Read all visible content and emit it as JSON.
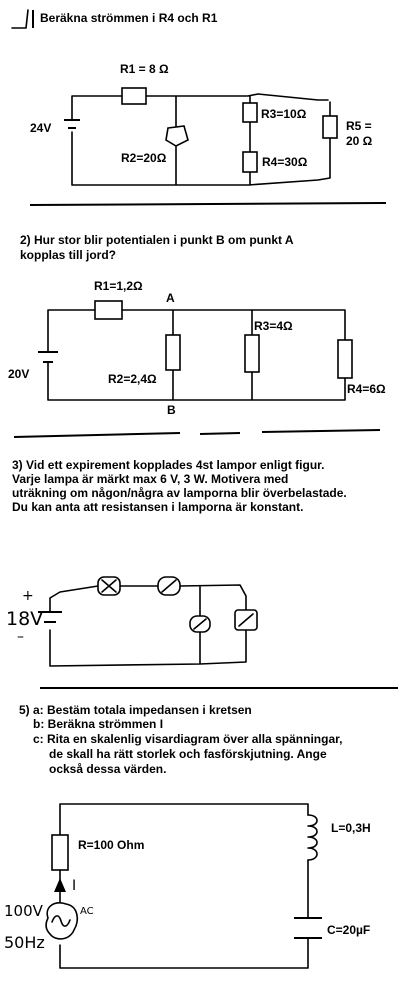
{
  "problem1": {
    "number": "1",
    "title": "Beräkna strömmen i R4 och R1",
    "voltage": "24V",
    "r1": "R1 = 8 Ω",
    "r2": "R2=20Ω",
    "r3": "R3=10Ω",
    "r4": "R4=30Ω",
    "r5_line1": "R5 =",
    "r5_line2": "20 Ω"
  },
  "problem2": {
    "title_line1": "2) Hur stor blir potentialen i punkt B om punkt A",
    "title_line2": "kopplas till jord?",
    "r1": "R1=1,2Ω",
    "point_a": "A",
    "r3": "R3=4Ω",
    "voltage": "20V",
    "r2": "R2=2,4Ω",
    "point_b": "B",
    "r4": "R4=6Ω"
  },
  "problem3": {
    "line1": "3) Vid ett expirement kopplades 4st lampor enligt figur.",
    "line2": "Varje lampa är märkt max 6 V, 3 W. Motivera med",
    "line3": "uträkning om någon/några av lamporna blir överbelastade.",
    "line4": "Du kan anta att resistansen i lamporna är konstant.",
    "plus": "+",
    "voltage": "18V",
    "minus": "–"
  },
  "problem5": {
    "line_a": "5) a: Bestäm totala impedansen i kretsen",
    "line_b": "b: Beräkna strömmen I",
    "line_c1": "c: Rita en skalenlig visardiagram över alla spänningar,",
    "line_c2": "de skall ha rätt storlek och fasförskjutning. Ange",
    "line_c3": "också dessa värden.",
    "resistor": "R=100 Ohm",
    "inductor": "L=0,3H",
    "current": "I",
    "source_voltage": "100V",
    "ac": "AC",
    "frequency": "50Hz",
    "capacitor": "C=20µF"
  }
}
